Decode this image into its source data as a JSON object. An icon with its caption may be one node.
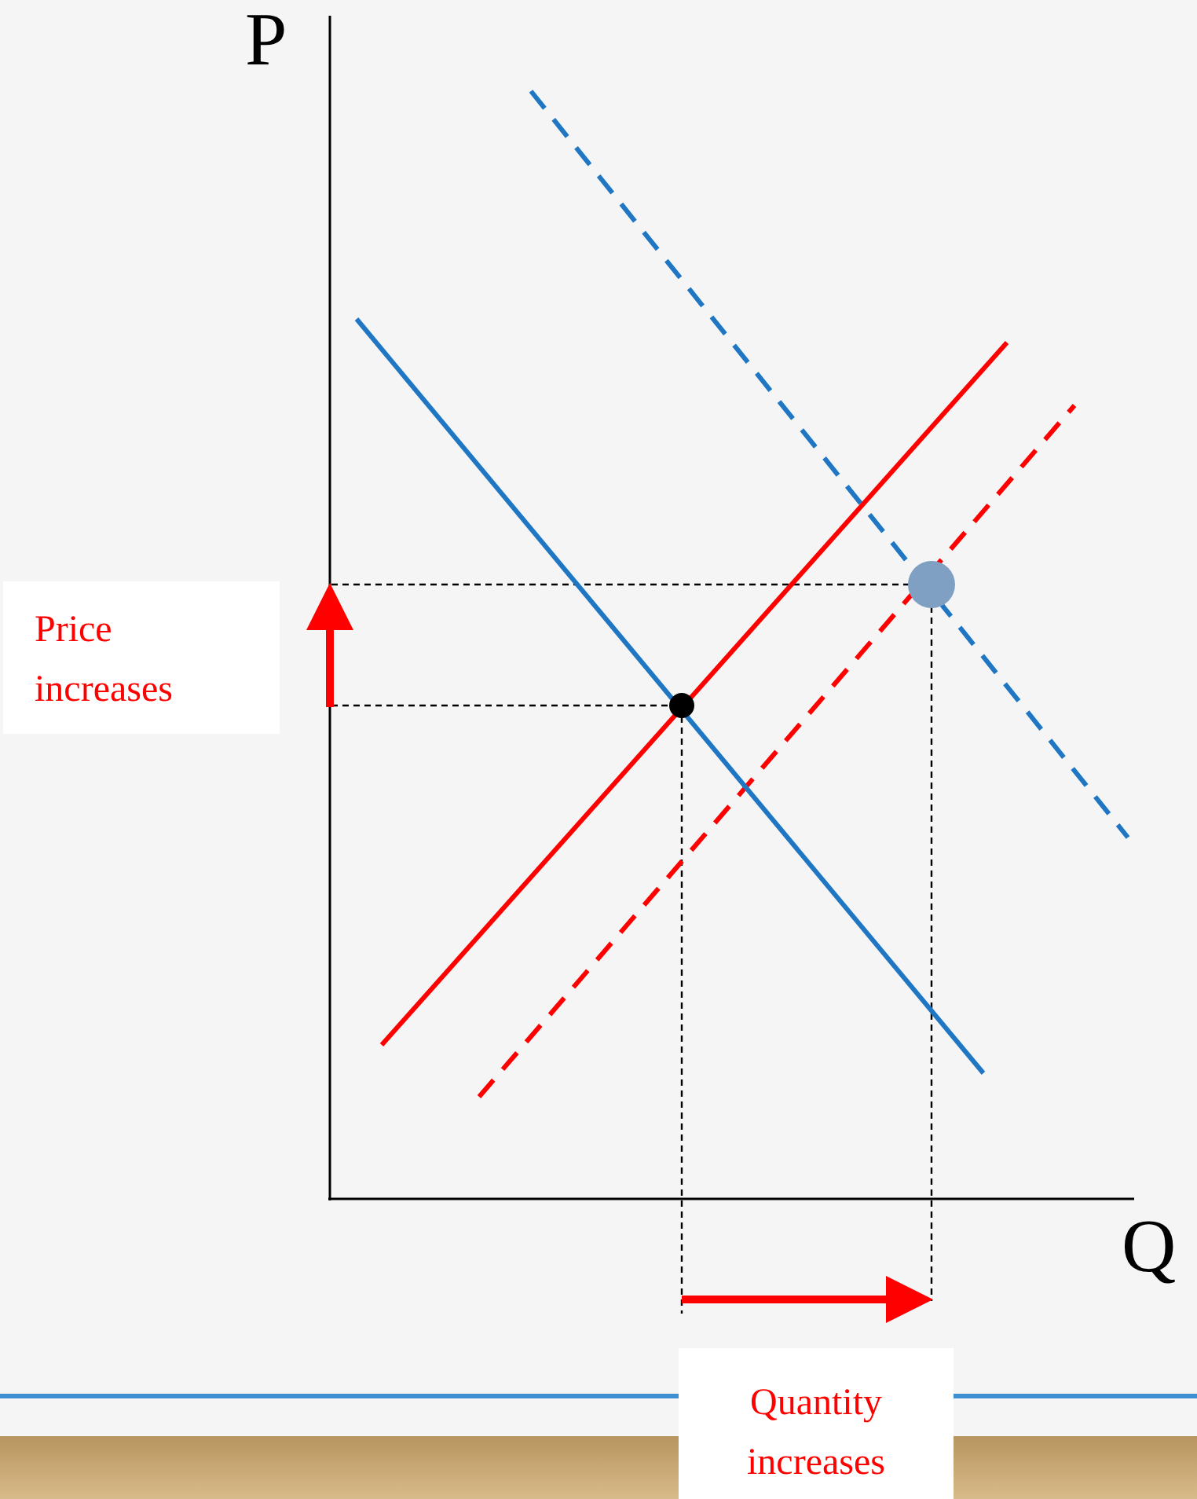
{
  "diagram": {
    "nodes": [
      {
        "text": [
          "Price increases"
        ]
      },
      {
        "text": [
          "Quantity increases"
        ]
      }
    ],
    "labels": [
      "P",
      "Q"
    ]
  }
}
